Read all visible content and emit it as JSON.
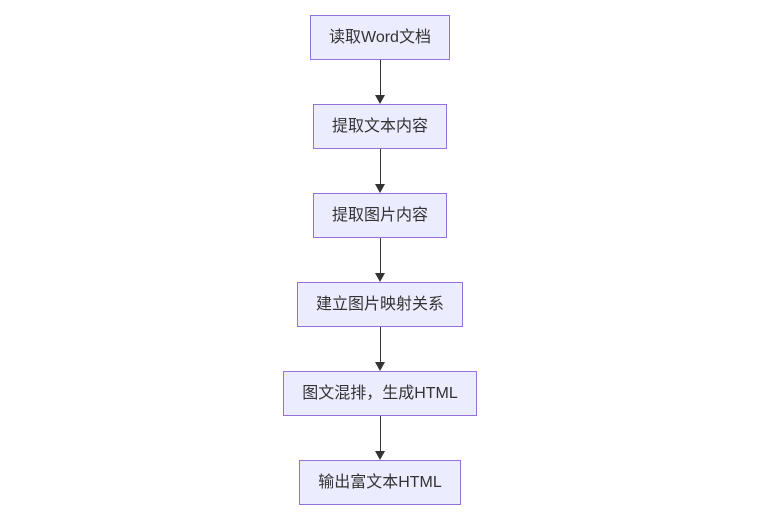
{
  "flowchart": {
    "type": "vertical-flowchart",
    "colors": {
      "background": "#ffffff",
      "node_fill": "#ECECFF",
      "node_border": "#9370DB",
      "arrow_color": "#333333",
      "text_color": "#333333"
    },
    "nodes": [
      {
        "label": "读取Word文档"
      },
      {
        "label": "提取文本内容"
      },
      {
        "label": "提取图片内容"
      },
      {
        "label": "建立图片映射关系"
      },
      {
        "label": "图文混排，生成HTML"
      },
      {
        "label": "输出富文本HTML"
      }
    ],
    "edges": [
      {
        "from": "读取Word文档",
        "to": "提取文本内容"
      },
      {
        "from": "提取文本内容",
        "to": "提取图片内容"
      },
      {
        "from": "提取图片内容",
        "to": "建立图片映射关系"
      },
      {
        "from": "建立图片映射关系",
        "to": "图文混排，生成HTML"
      },
      {
        "from": "图文混排，生成HTML",
        "to": "输出富文本HTML"
      }
    ]
  }
}
